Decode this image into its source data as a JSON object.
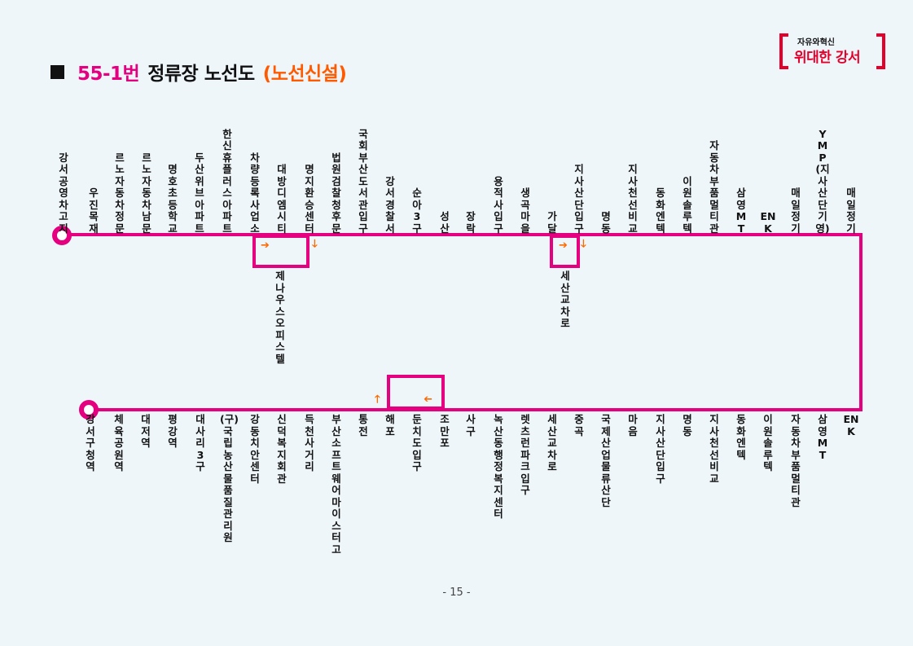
{
  "header": {
    "route_number": "55-1번",
    "title_text": "정류장 노선도",
    "title_badge": "(노선신설)"
  },
  "logo": {
    "small_text": "자유와혁신",
    "big_text": "위대한 강서"
  },
  "colors": {
    "route_line": "#e4007f",
    "arrow": "#ff6a00",
    "title_accent": "#e4007f",
    "badge": "#ff5a00"
  },
  "stops_outbound": [
    "강서공영차고지",
    "우진목재",
    "르노자동차정문",
    "르노자동차남문",
    "명호초등학교",
    "두산위브아파트",
    "한신휴플러스아파트",
    "차량등록사업소",
    "대방디엠시티",
    "명지환승센터",
    "법원검찰청후문",
    "국회부산도서관입구",
    "강서경찰서",
    "순아3구",
    "성산",
    "장락",
    "용적사입구",
    "생곡마을",
    "가달",
    "지사산단입구",
    "명동",
    "지사천선비교",
    "동화엔텍",
    "이원솔루텍",
    "자동차부품멀티관",
    "삼영MT",
    "ENK",
    "매일정기",
    "YMP(지사산단기영)",
    "매일정기"
  ],
  "stops_inbound": [
    "강서구청역",
    "체육공원역",
    "대저역",
    "평강역",
    "대사리3구",
    "(구) 국립농산물품질관리원",
    "강동치안센터",
    "신덕복지회관",
    "득천사거리",
    "부산소프트웨어마이스터고",
    "통전",
    "해포",
    "둔치도입구",
    "조만포",
    "사구",
    "녹산동행정복지센터",
    "렛츠런파크입구",
    "세산교차로",
    "중곡",
    "국제산업물류산단",
    "마음",
    "지사산단입구",
    "명동",
    "지사천선비교",
    "동화엔텍",
    "이원솔루텍",
    "자동차부품멀티관",
    "삼영MT",
    "ENK"
  ],
  "detour_stops": [
    "제나우스오피스텔",
    "세산교차로"
  ],
  "footer": {
    "page_number": "- 15 -"
  }
}
